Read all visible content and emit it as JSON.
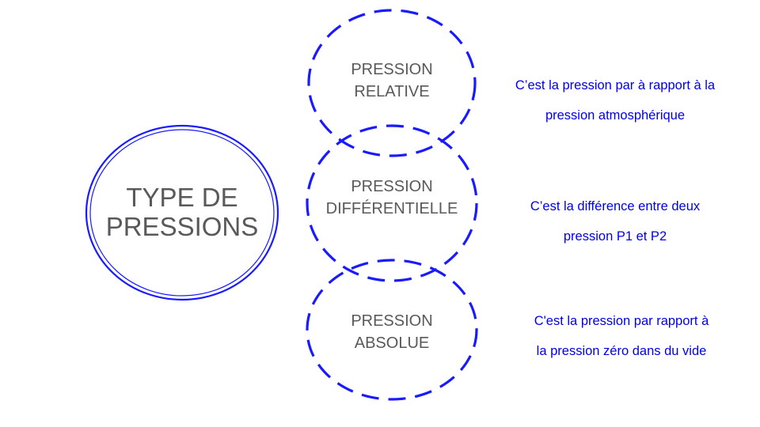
{
  "colors": {
    "accent": "#1a1aff",
    "text_gray": "#595959",
    "desc_blue": "#0000ee"
  },
  "main": {
    "line1": "TYPE DE",
    "line2": "PRESSIONS"
  },
  "circles": [
    {
      "line1": "PRESSION",
      "line2": "RELATIVE",
      "desc_line1": "C’est la pression par à rapport à la",
      "desc_line2": "pression atmosphérique"
    },
    {
      "line1": "PRESSION",
      "line2": "DIFFÉRENTIELLE",
      "desc_line1": "C’est la différence entre deux",
      "desc_line2": "pression P1 et P2"
    },
    {
      "line1": "PRESSION",
      "line2": "ABSOLUE",
      "desc_line1": "C'est la pression par rapport à",
      "desc_line2": "la pression zéro dans du vide"
    }
  ]
}
